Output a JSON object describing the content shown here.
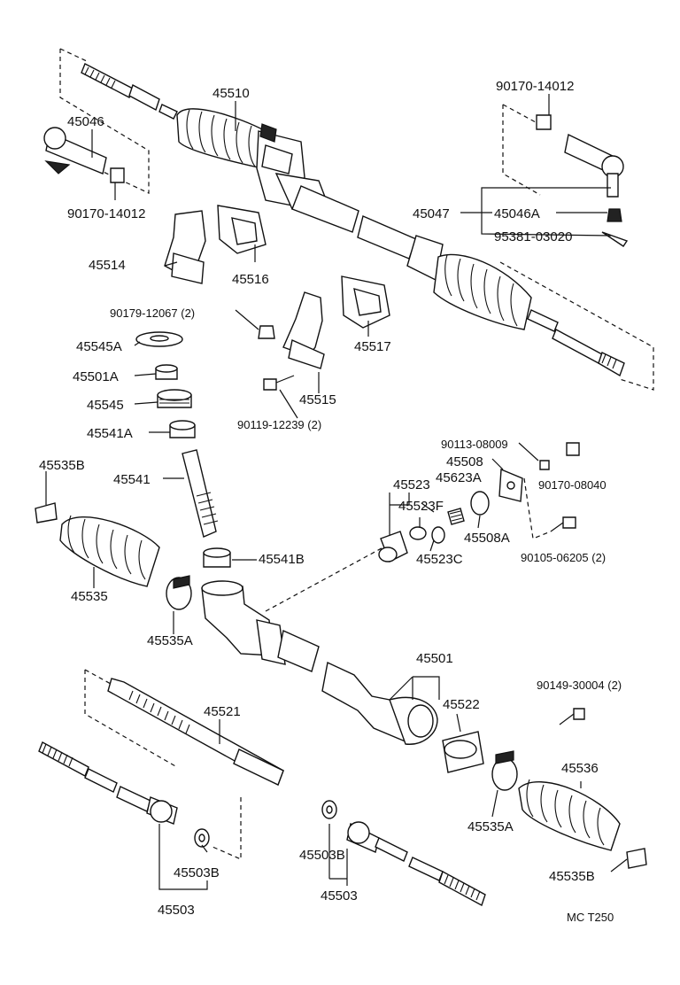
{
  "diagram": {
    "code": "MC  T250",
    "labels": {
      "p45510": "45510",
      "p45046": "45046",
      "p90170_14012_left": "90170-14012",
      "p90170_14012_right": "90170-14012",
      "p45047": "45047",
      "p45046A": "45046A",
      "p95381": "95381-03020",
      "p45514": "45514",
      "p45516": "45516",
      "p90179": "90179-12067 (2)",
      "p45517": "45517",
      "p45545A": "45545A",
      "p45501A": "45501A",
      "p45545": "45545",
      "p45541A": "45541A",
      "p45515": "45515",
      "p90119": "90119-12239 (2)",
      "p90113": "90113-08009",
      "p45508": "45508",
      "p90170_08040": "90170-08040",
      "p45535B_top": "45535B",
      "p45523": "45523",
      "p45623A": "45623A",
      "p45541": "45541",
      "p45523F": "45523F",
      "p45508A": "45508A",
      "p45523C": "45523C",
      "p90105": "90105-06205 (2)",
      "p45541B": "45541B",
      "p45535": "45535",
      "p45535A_left": "45535A",
      "p45501": "45501",
      "p90149": "90149-30004 (2)",
      "p45521": "45521",
      "p45522": "45522",
      "p45536": "45536",
      "p45535A_right": "45535A",
      "p45503B_left": "45503B",
      "p45503_left": "45503",
      "p45503B_right": "45503B",
      "p45503_right": "45503",
      "p45535B_bottom": "45535B"
    }
  }
}
